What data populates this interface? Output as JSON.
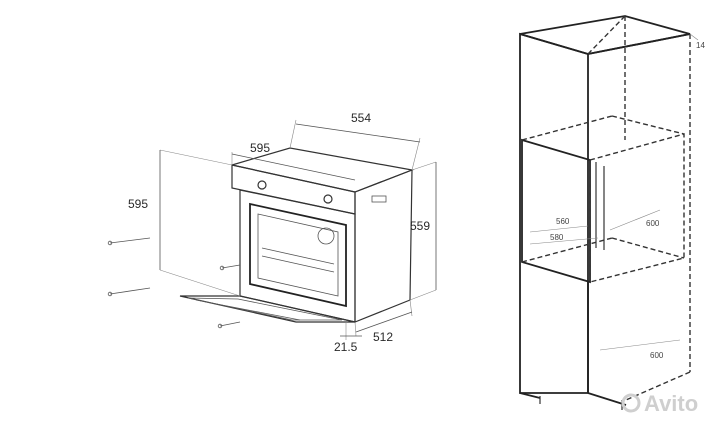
{
  "oven_dimensions": {
    "depth_top": "554",
    "width_front": "595",
    "height_side": "595",
    "height_body": "559",
    "depth_bottom": "512",
    "door_offset": "21.5"
  },
  "niche_dimensions": {
    "niche_depth_inner": "560",
    "niche_depth_outer": "580",
    "niche_height": "600",
    "cabinet_depth": "600",
    "top_gap": "14"
  },
  "watermark": {
    "text": "Avito"
  }
}
